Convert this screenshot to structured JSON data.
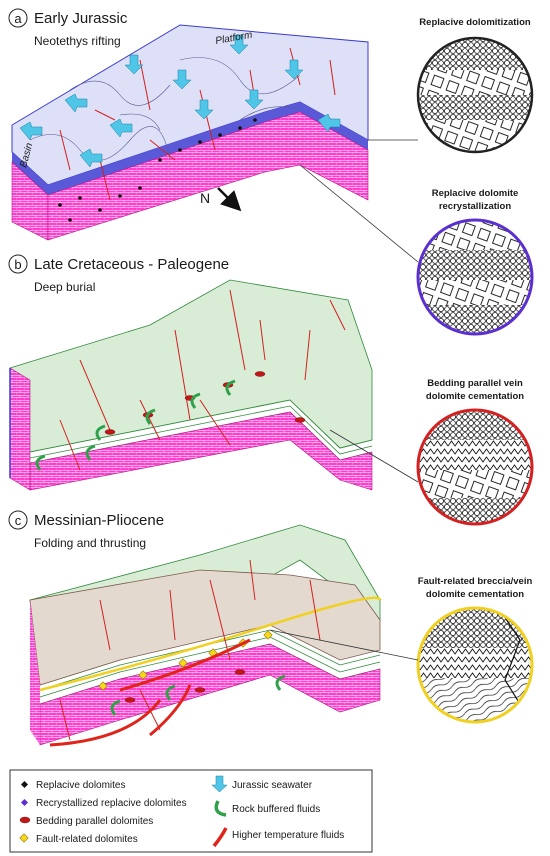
{
  "panels": [
    {
      "letter": "a",
      "title": "Early Jurassic",
      "subtitle": "Neotethys rifting"
    },
    {
      "letter": "b",
      "title": "Late Cretaceous - Paleogene",
      "subtitle": "Deep burial"
    },
    {
      "letter": "c",
      "title": "Messinian-Pliocene",
      "subtitle": "Folding and thrusting"
    }
  ],
  "block_labels": {
    "platform": "Platform",
    "basin": "Basin",
    "north": "N"
  },
  "insets": [
    {
      "caption_1": "Replacive dolomitization",
      "caption_2": "",
      "ring_color": "#222222"
    },
    {
      "caption_1": "Replacive dolomite",
      "caption_2": "recrystallization",
      "ring_color": "#5b2fd0"
    },
    {
      "caption_1": "Bedding parallel vein",
      "caption_2": "dolomite cementation",
      "ring_color": "#d42020"
    },
    {
      "caption_1": "Fault-related breccia/vein",
      "caption_2": "dolomite cementation",
      "ring_color": "#f0d020"
    }
  ],
  "legend": {
    "left": [
      {
        "icon": "black-diamond",
        "label": "Replacive dolomites"
      },
      {
        "icon": "purple-diamond",
        "label": "Recrystallized replacive dolomites"
      },
      {
        "icon": "red-ellipse",
        "label": "Bedding parallel dolomites"
      },
      {
        "icon": "yellow-diamond",
        "label": "Fault-related dolomites"
      }
    ],
    "right": [
      {
        "icon": "cyan-arrow",
        "label": "Jurassic seawater"
      },
      {
        "icon": "green-hook-arrow",
        "label": "Rock buffered fluids"
      },
      {
        "icon": "red-curved-arrow",
        "label": "Higher temperature fluids"
      }
    ]
  },
  "colors": {
    "platform": "#dde0f7",
    "burial_green": "#d9ecd6",
    "tan": "#e4d9cf",
    "magenta": "#ff2fc8",
    "seawater": "#4fc6e8",
    "fluid_green": "#2ea14a",
    "fluid_red": "#e0241b"
  }
}
